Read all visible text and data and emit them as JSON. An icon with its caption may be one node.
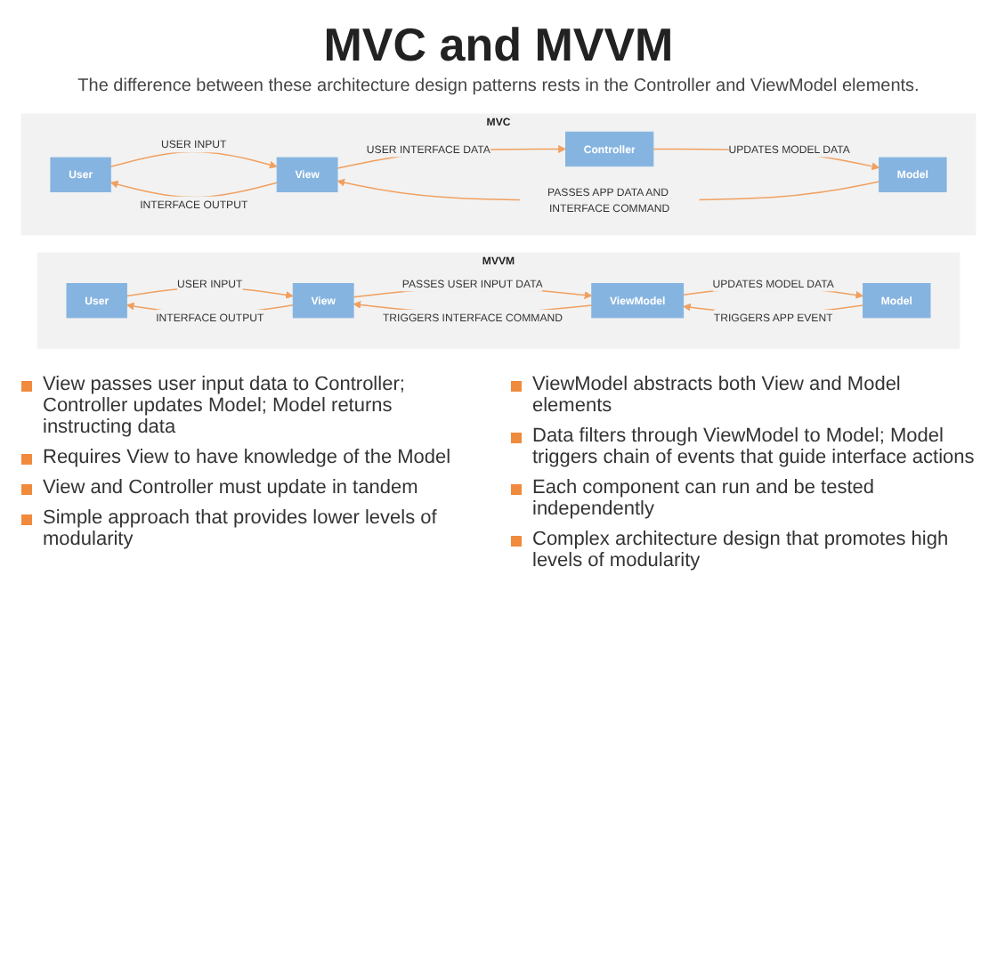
{
  "diagram": {
    "title": "MVC and MVVM",
    "nodes": [
      {
        "text": [
          "MVC"
        ]
      },
      {
        "text": [
          "User"
        ],
        "in": 0
      },
      {
        "text": [
          "View"
        ],
        "in": 0
      },
      {
        "text": [
          "Controller"
        ],
        "in": 0
      },
      {
        "text": [
          "Model"
        ],
        "in": 0
      },
      {
        "text": [
          "MVVM"
        ]
      },
      {
        "text": [
          "User"
        ],
        "in": 5
      },
      {
        "text": [
          "View"
        ],
        "in": 5
      },
      {
        "text": [
          "ViewModel"
        ],
        "in": 5
      },
      {
        "text": [
          "Model"
        ],
        "in": 5
      }
    ],
    "edges": [
      {
        "from": 1,
        "to": 2,
        "arrow": "to",
        "label": "USER INPUT"
      },
      {
        "from": 2,
        "to": 1,
        "arrow": "to",
        "label": "INTERFACE OUTPUT"
      },
      {
        "from": 2,
        "to": 3,
        "arrow": "to",
        "label": "USER INTERFACE DATA"
      },
      {
        "from": 3,
        "to": 4,
        "arrow": "to",
        "label": "UPDATES MODEL DATA"
      },
      {
        "from": 4,
        "to": 2,
        "arrow": "to",
        "label": "PASSES APP DATA AND INTERFACE COMMAND"
      },
      {
        "from": 6,
        "to": 7,
        "arrow": "to",
        "label": "USER INPUT"
      },
      {
        "from": 7,
        "to": 6,
        "arrow": "to",
        "label": "INTERFACE OUTPUT"
      },
      {
        "from": 7,
        "to": 8,
        "arrow": "to",
        "label": "PASSES USER INPUT DATA"
      },
      {
        "from": 8,
        "to": 9,
        "arrow": "to",
        "label": "UPDATES MODEL DATA"
      },
      {
        "from": 9,
        "to": 8,
        "arrow": "to",
        "label": "TRIGGERS APP EVENT"
      },
      {
        "from": 8,
        "to": 7,
        "arrow": "to",
        "label": "TRIGGERS INTERFACE COMMAND"
      }
    ],
    "labels": [
      "The difference between these architecture design patterns rests in the Controller and ViewModel elements.",
      "View passes user input data to Controller; Controller updates Model; Model returns instructing data",
      "Requires View to have knowledge of the Model",
      "View and Controller must update in tandem",
      "Simple approach that provides lower levels of modularity",
      "ViewModel abstracts both View and Model elements",
      "Data filters through ViewModel to Model; Model triggers chain of events that guide interface actions",
      "Each component can run and be tested independently",
      "Complex architecture design that promotes high levels of modularity"
    ]
  }
}
